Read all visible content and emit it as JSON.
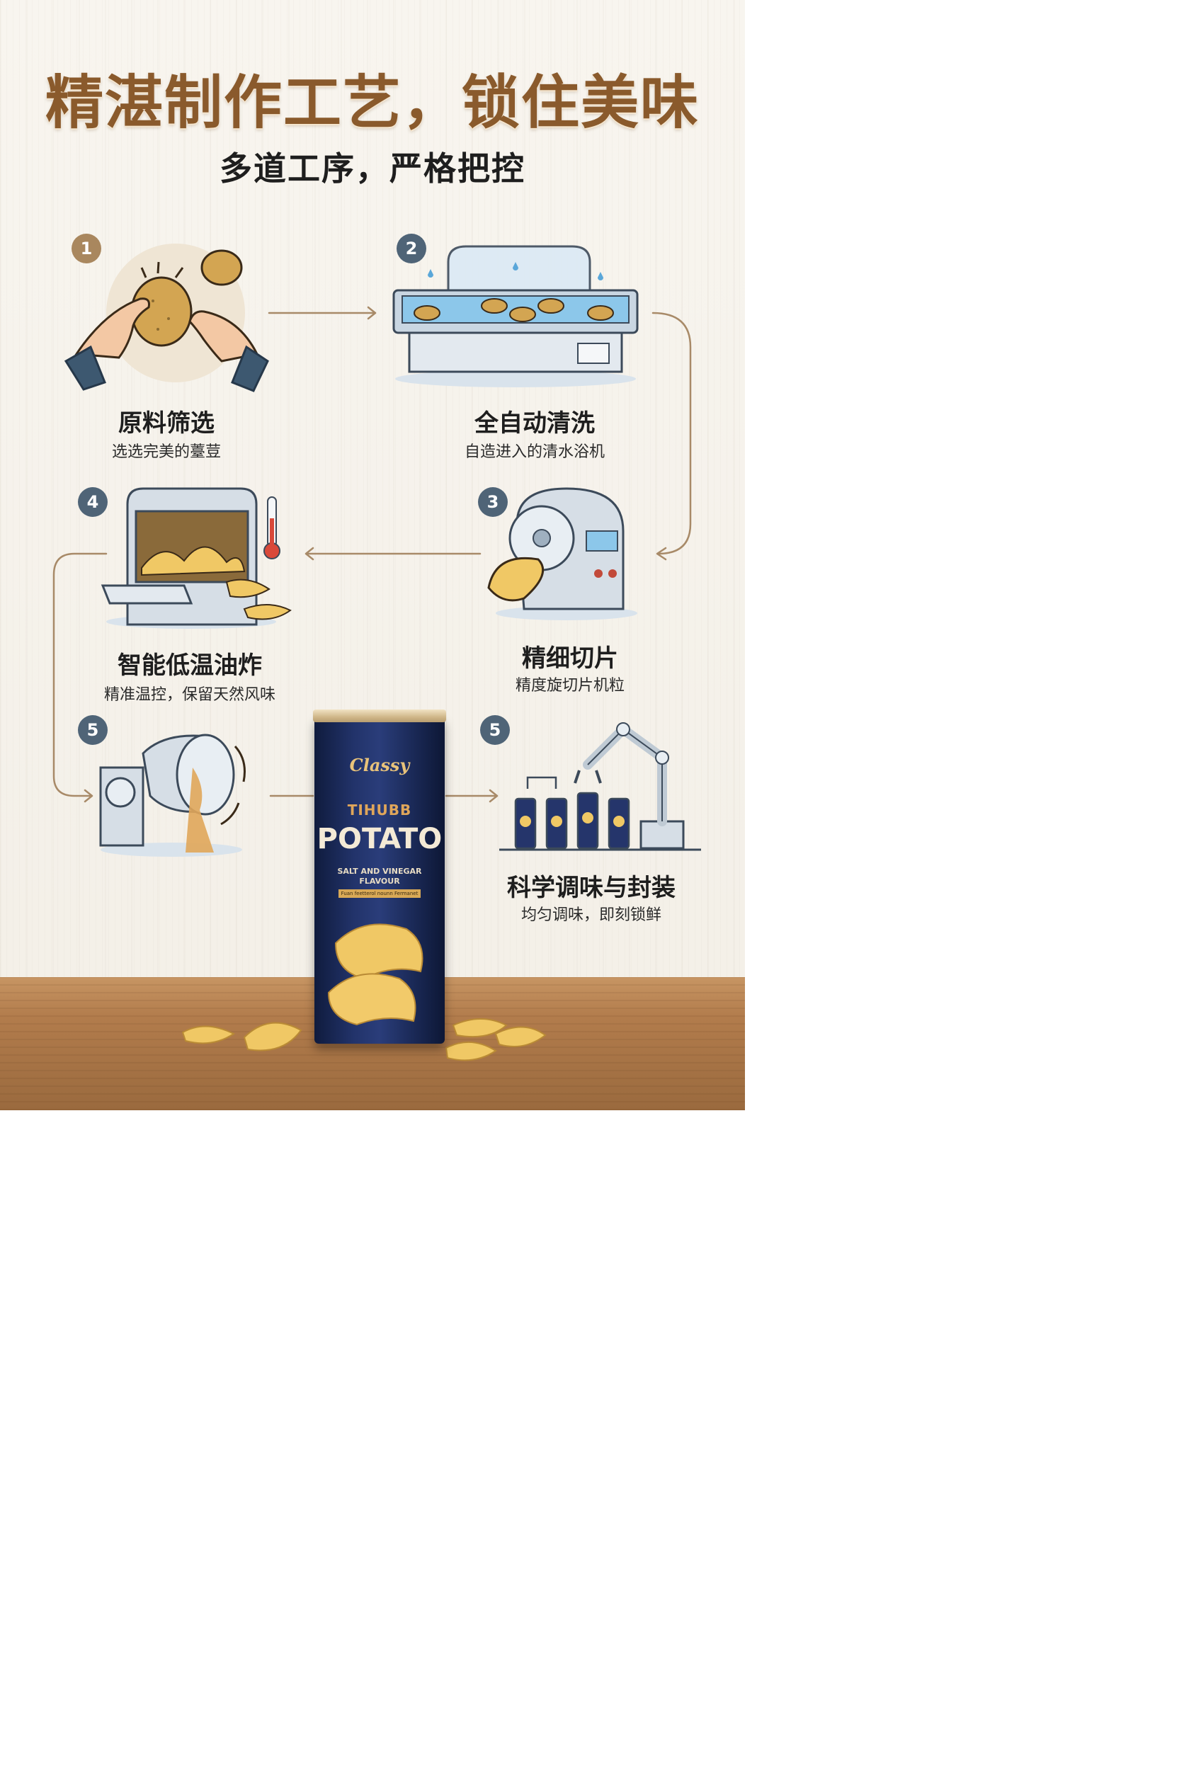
{
  "title": "精湛制作工艺，锁住美味",
  "subtitle": "多道工序，严格把控",
  "steps": [
    {
      "badge": "1",
      "title": "原料筛选",
      "desc": "选选完美的薹荳"
    },
    {
      "badge": "2",
      "title": "全自动清洗",
      "desc": "自造进入的清水浴机"
    },
    {
      "badge": "3",
      "title": "精细切片",
      "desc": "精度旋切片机粒"
    },
    {
      "badge": "4",
      "title": "智能低温油炸",
      "desc": "精准温控，保留天然风味"
    },
    {
      "badge": "5"
    },
    {
      "badge": "5",
      "title": "科学调味与封装",
      "desc": "均匀调味，即刻锁鲜"
    }
  ],
  "product": {
    "brand": "Classy",
    "line1": "TIHUBB",
    "line2": "POTATO",
    "line3": "SALT AND VINEGAR FLAVOUR",
    "line4": "Fuan feetterol nounn Fermanet"
  },
  "colors": {
    "title": "#8a5a2c",
    "badge_tan": "#a9875e",
    "badge_slate": "#4f6477",
    "arrow": "#a88a68",
    "can": "#1f2f63"
  }
}
